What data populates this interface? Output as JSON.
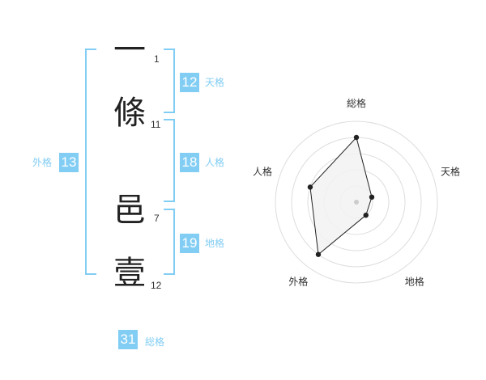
{
  "name": {
    "characters": [
      {
        "char": "一",
        "strokes": "1"
      },
      {
        "char": "條",
        "strokes": "11"
      },
      {
        "char": "邑",
        "strokes": "7"
      },
      {
        "char": "壹",
        "strokes": "12"
      }
    ]
  },
  "grid": {
    "tenkaku": {
      "value": "12",
      "label": "天格"
    },
    "jinkaku": {
      "value": "18",
      "label": "人格"
    },
    "chikaku": {
      "value": "19",
      "label": "地格"
    },
    "gaikaku": {
      "value": "13",
      "label": "外格"
    },
    "soukaku": {
      "value": "31",
      "label": "総格"
    }
  },
  "radar": {
    "axes": [
      "総格",
      "天格",
      "地格",
      "外格",
      "人格"
    ],
    "values": [
      4,
      1,
      1,
      4,
      3
    ],
    "max": 5,
    "rings": 5,
    "fill_color": "#f2f2f2",
    "line_color": "#222222",
    "grid_color": "#dddddd"
  },
  "colors": {
    "accent": "#82cdf4",
    "text": "#222222"
  }
}
